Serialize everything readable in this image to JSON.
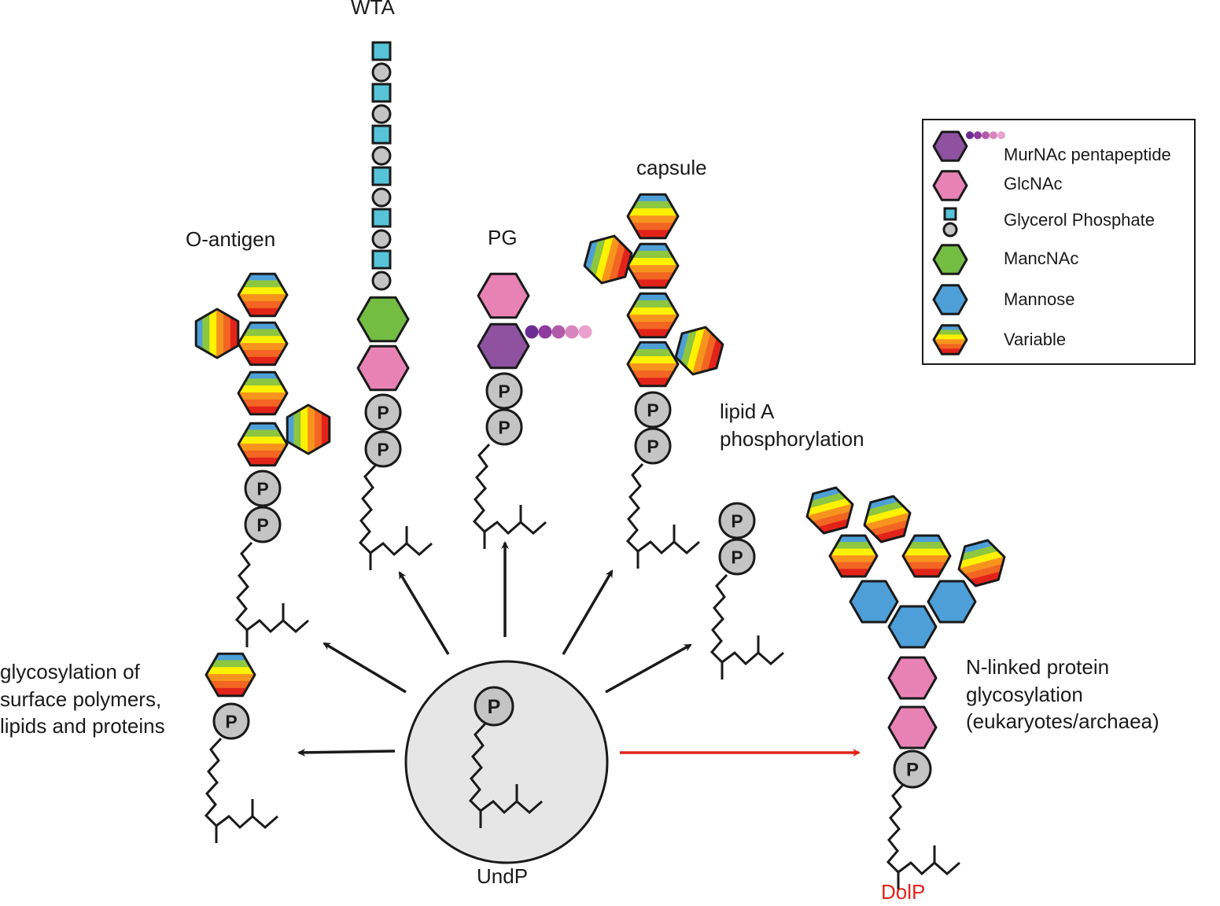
{
  "labels": {
    "wta": "WTA",
    "capsule": "capsule",
    "pg": "PG",
    "o_antigen": "O-antigen",
    "lipid_a": [
      "lipid A",
      "phosphorylation"
    ],
    "glycosylation": [
      "glycosylation of",
      "surface polymers,",
      "lipids and proteins"
    ],
    "n_linked": [
      "N-linked protein",
      "glycosylation",
      "(eukaryotes/archaea)"
    ],
    "undp": "UndP",
    "dolp": "DolP",
    "phosphate": "P"
  },
  "legend": [
    {
      "label": "MurNAc pentapeptide",
      "icon": "murnac-pentapeptide"
    },
    {
      "label": "GlcNAc",
      "icon": "glcnac"
    },
    {
      "label": "Glycerol Phosphate",
      "icon": "glycerol-phosphate"
    },
    {
      "label": "MancNAc",
      "icon": "mancnac"
    },
    {
      "label": "Mannose",
      "icon": "mannose"
    },
    {
      "label": "Variable",
      "icon": "variable"
    }
  ],
  "colors": {
    "murnac": "#8e52a0",
    "glcnac": "#e882b4",
    "glycerol_square": "#56c4d8",
    "phosphate_circle": "#c4c4c4",
    "mancnac": "#74bd43",
    "mannose": "#4e9fd8",
    "undp_circle": "#e6e6e6",
    "dolp_arrow": "#e2231a",
    "rainbow": [
      "#e2231a",
      "#f26522",
      "#f7941d",
      "#fff200",
      "#8dc63f",
      "#4e9fd8"
    ],
    "peptide": [
      "#6b2c91",
      "#8e3a9e",
      "#b25aa8",
      "#d985bd",
      "#e9a2cd"
    ]
  }
}
